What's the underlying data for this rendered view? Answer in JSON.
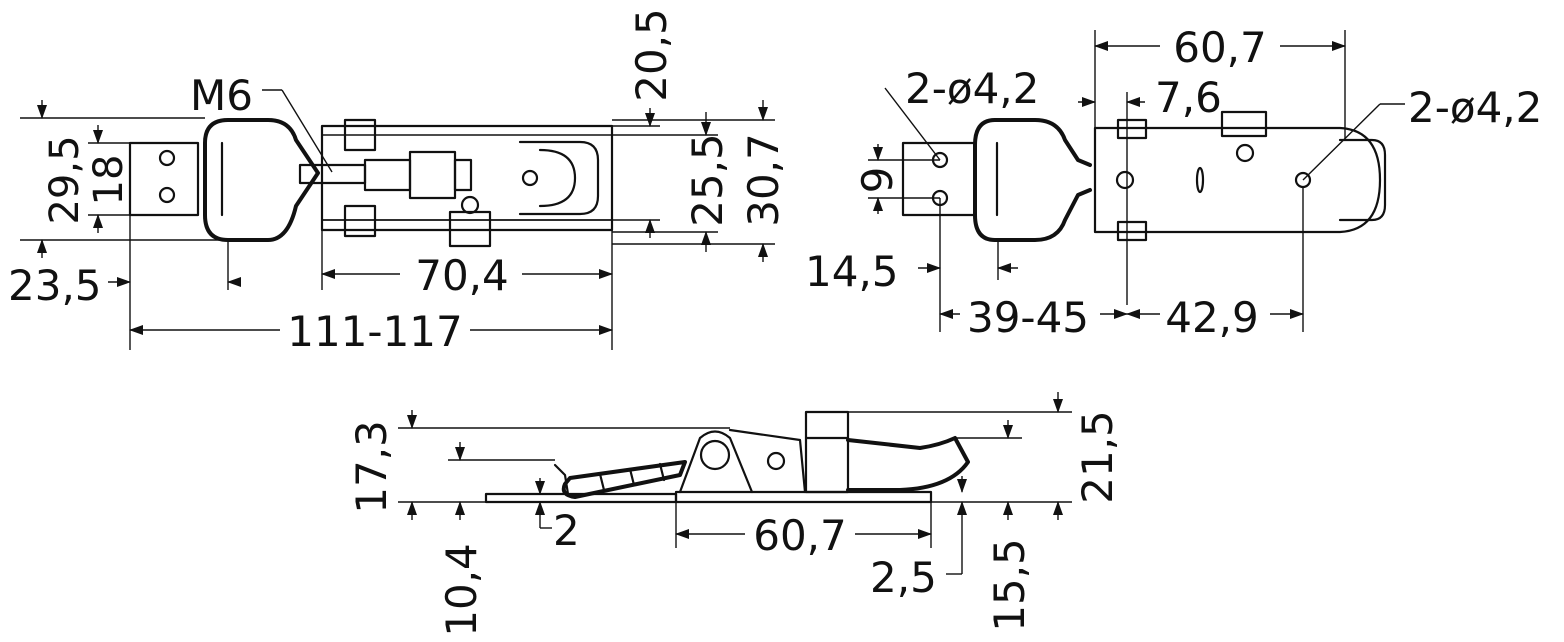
{
  "views": {
    "top_view": {
      "labels": {
        "thread": "M6",
        "height_outer": "29,5",
        "height_inner": "18",
        "offset_left": "23,5",
        "width_mid": "70,4",
        "length_total": "111-117",
        "top_dim": "20,5",
        "right_inner": "25,5",
        "right_outer": "30,7"
      }
    },
    "plan_view": {
      "labels": {
        "holes_left": "2-ø4,2",
        "holes_right": "2-ø4,2",
        "width_top": "60,7",
        "small_gap": "7,6",
        "hole_spacing": "9",
        "offset_left": "14,5",
        "span_left": "39-45",
        "span_right": "42,9"
      }
    },
    "side_view": {
      "labels": {
        "height_left": "17,3",
        "height_right": "21,5",
        "base_thickness": "2",
        "height_catch": "10,4",
        "base_length": "60,7",
        "edge_offset": "2,5",
        "height_handle": "15,5"
      }
    }
  }
}
